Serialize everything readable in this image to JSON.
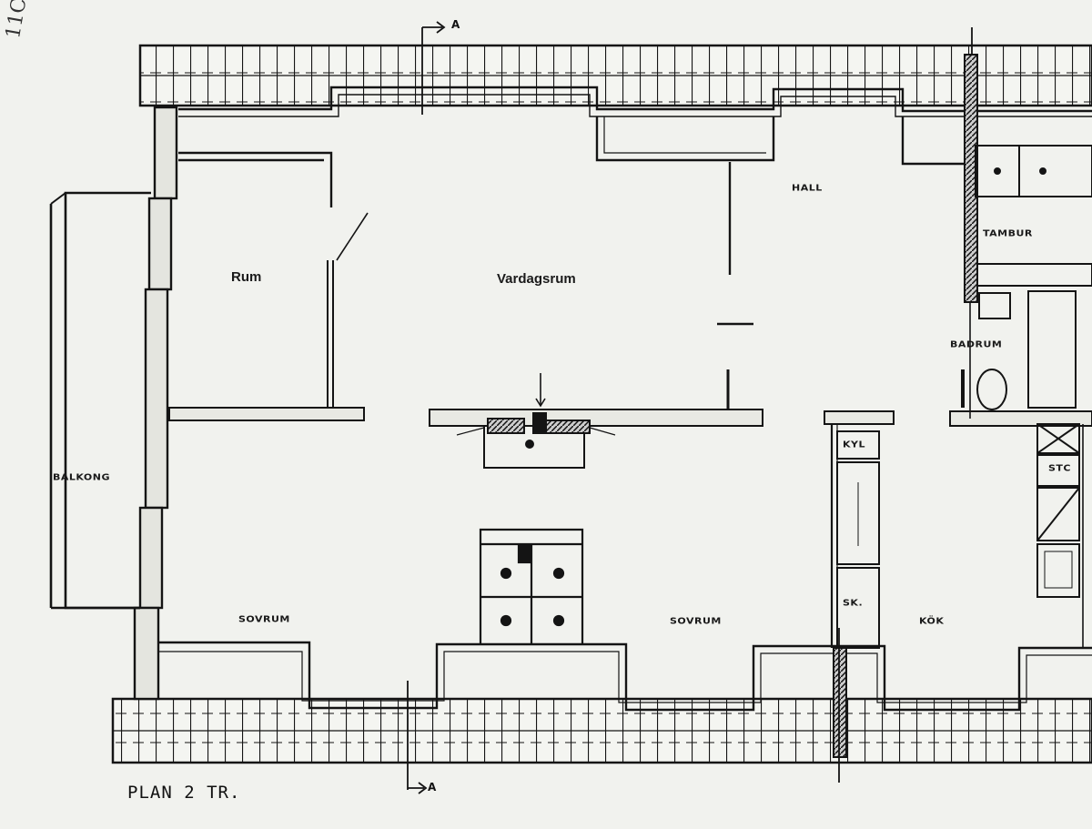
{
  "drawing": {
    "title": "PLAN 2 TR.",
    "corner_mark": "11C",
    "section_marker": "A",
    "rooms": {
      "rum": "Rum",
      "vardagsrum": "Vardagsrum",
      "hall": "HALL",
      "tambur": "TAMBUR",
      "badrum": "BADRUM",
      "balkong": "BALKONG",
      "sovrum_left": "SOVRUM",
      "sovrum_center": "SOVRUM",
      "kok": "KÖK",
      "kyl": "KYL",
      "sk": "SK.",
      "stc": "STC"
    }
  },
  "colors": {
    "paper": "#f1f2ee",
    "ink": "#141414",
    "wall_fill": "#e4e5df"
  }
}
